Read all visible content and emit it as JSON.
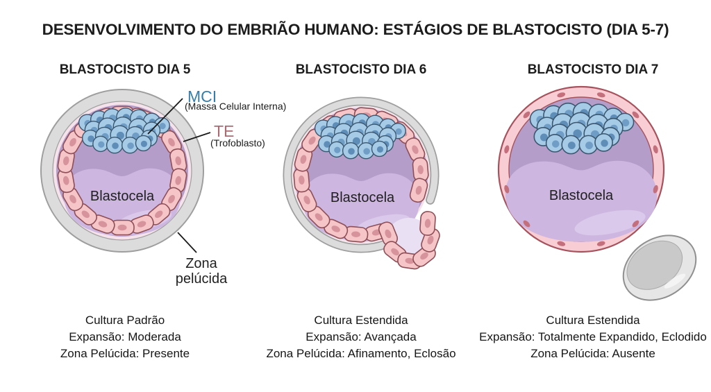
{
  "title": "DESENVOLVIMENTO DO EMBRIÃO HUMANO: ESTÁGIOS DE BLASTOCISTO (DIA 5-7)",
  "panels": [
    {
      "heading": "BLASTOCISTO DIA 5",
      "cavity_label": "Blastocela",
      "caption": [
        "Cultura Padrão",
        "Expansão: Moderada",
        "Zona Pelúcida: Presente"
      ]
    },
    {
      "heading": "BLASTOCISTO DIA 6",
      "cavity_label": "Blastocela",
      "caption": [
        "Cultura Estendida",
        "Expansão: Avançada",
        "Zona Pelúcida: Afinamento, Eclosão"
      ]
    },
    {
      "heading": "BLASTOCISTO DIA 7",
      "cavity_label": "Blastocela",
      "caption": [
        "Cultura Estendida",
        "Expansão: Totalmente Expandido, Eclodido",
        "Zona Pelúcida: Ausente"
      ]
    }
  ],
  "annotations": {
    "mci": {
      "abbr": "MCI",
      "full": "(Massa Celular Interna)"
    },
    "te": {
      "abbr": "TE",
      "full": "(Trofoblasto)"
    },
    "zona": {
      "line1": "Zona",
      "line2": "pelúcida"
    }
  },
  "colors": {
    "mci_label": "#367dab",
    "te_label": "#a96a72",
    "text": "#1a1a1a",
    "zona_fill": "#dcdcdc",
    "zona_stroke": "#9e9e9e",
    "trophoblast_fill": "#f5c5c7",
    "trophoblast_stroke": "#8d4e57",
    "trophoblast_nucleus": "#d6939c",
    "icm_fill": "#a6cbe7",
    "icm_stroke": "#3a566f",
    "icm_nucleus": "#6f9dc5",
    "blastocoel": "#b49dc9",
    "blastocoel_inner": "#cdb7e1"
  }
}
